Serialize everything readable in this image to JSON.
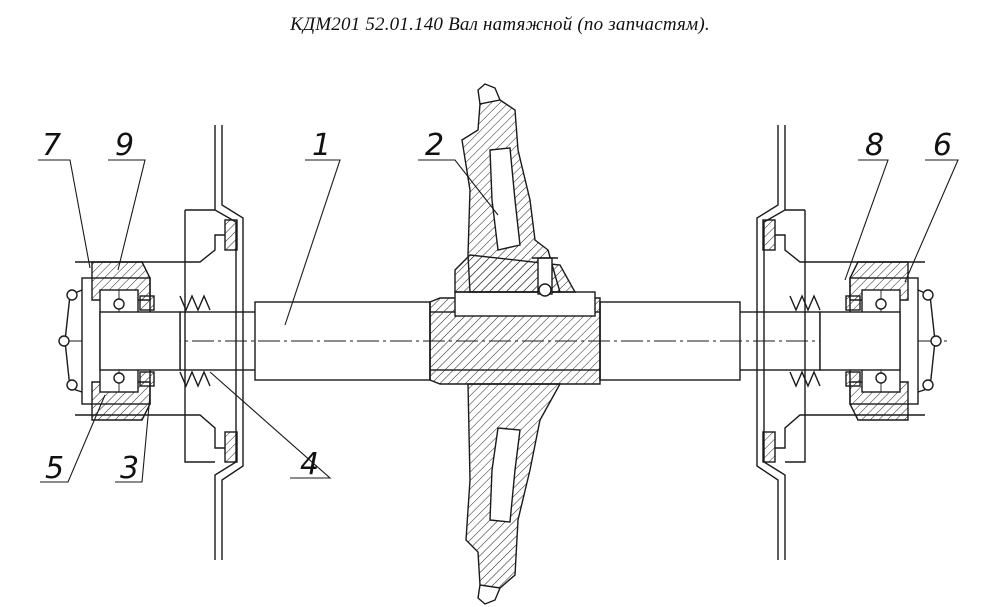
{
  "title": "КДМ201 52.01.140  Вал натяжной (по запчастям).",
  "labels": {
    "l1": "1",
    "l2": "2",
    "l3": "3",
    "l4": "4",
    "l5": "5",
    "l6": "6",
    "l7": "7",
    "l8": "8",
    "l9": "9"
  }
}
